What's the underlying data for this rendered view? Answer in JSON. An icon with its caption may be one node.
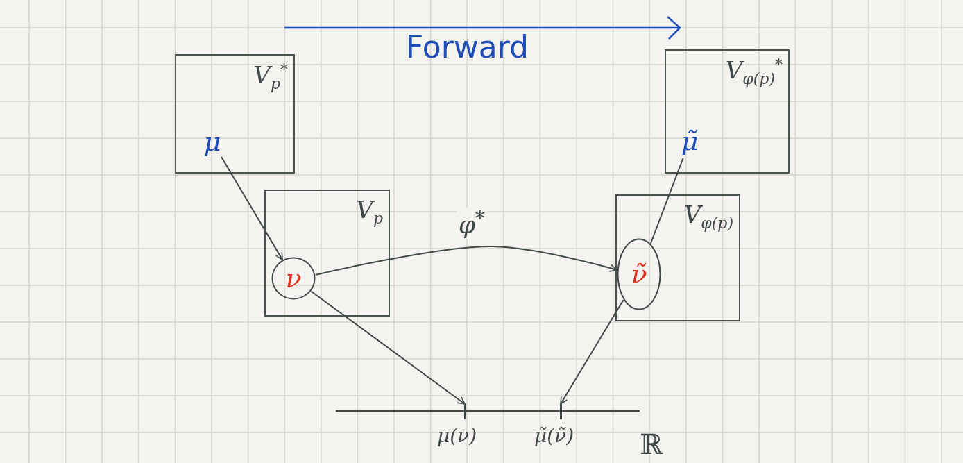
{
  "diagram": {
    "nodes": [
      {
        "text": [
          "V$_{p}$$^{*}$"
        ]
      },
      {
        "text": [
          "μ"
        ],
        "in": 0
      },
      {
        "text": [
          "V$_{p}$"
        ]
      },
      {
        "text": [
          "ν"
        ],
        "in": 2
      },
      {
        "text": [
          "V$_{φ(p)}$$^{*}$"
        ]
      },
      {
        "text": [
          "μ̃"
        ],
        "in": 4
      },
      {
        "text": [
          "V$_{φ(p)}$"
        ]
      },
      {
        "text": [
          "ν̃"
        ],
        "in": 6
      },
      {
        "text": [
          "μ(ν)"
        ]
      },
      {
        "text": [
          "μ̃(ν̃)"
        ]
      }
    ],
    "edges": [
      {
        "from": 1,
        "to": 3,
        "arrow": "to"
      },
      {
        "from": 3,
        "to": 7,
        "arrow": "to",
        "label": "φ$^{*}$"
      },
      {
        "from": 5,
        "to": 7,
        "arrow": "none"
      },
      {
        "from": 3,
        "to": 8,
        "arrow": "to"
      },
      {
        "from": 7,
        "to": 9,
        "arrow": "to"
      }
    ],
    "labels": [
      "Forward",
      "ℝ"
    ]
  }
}
